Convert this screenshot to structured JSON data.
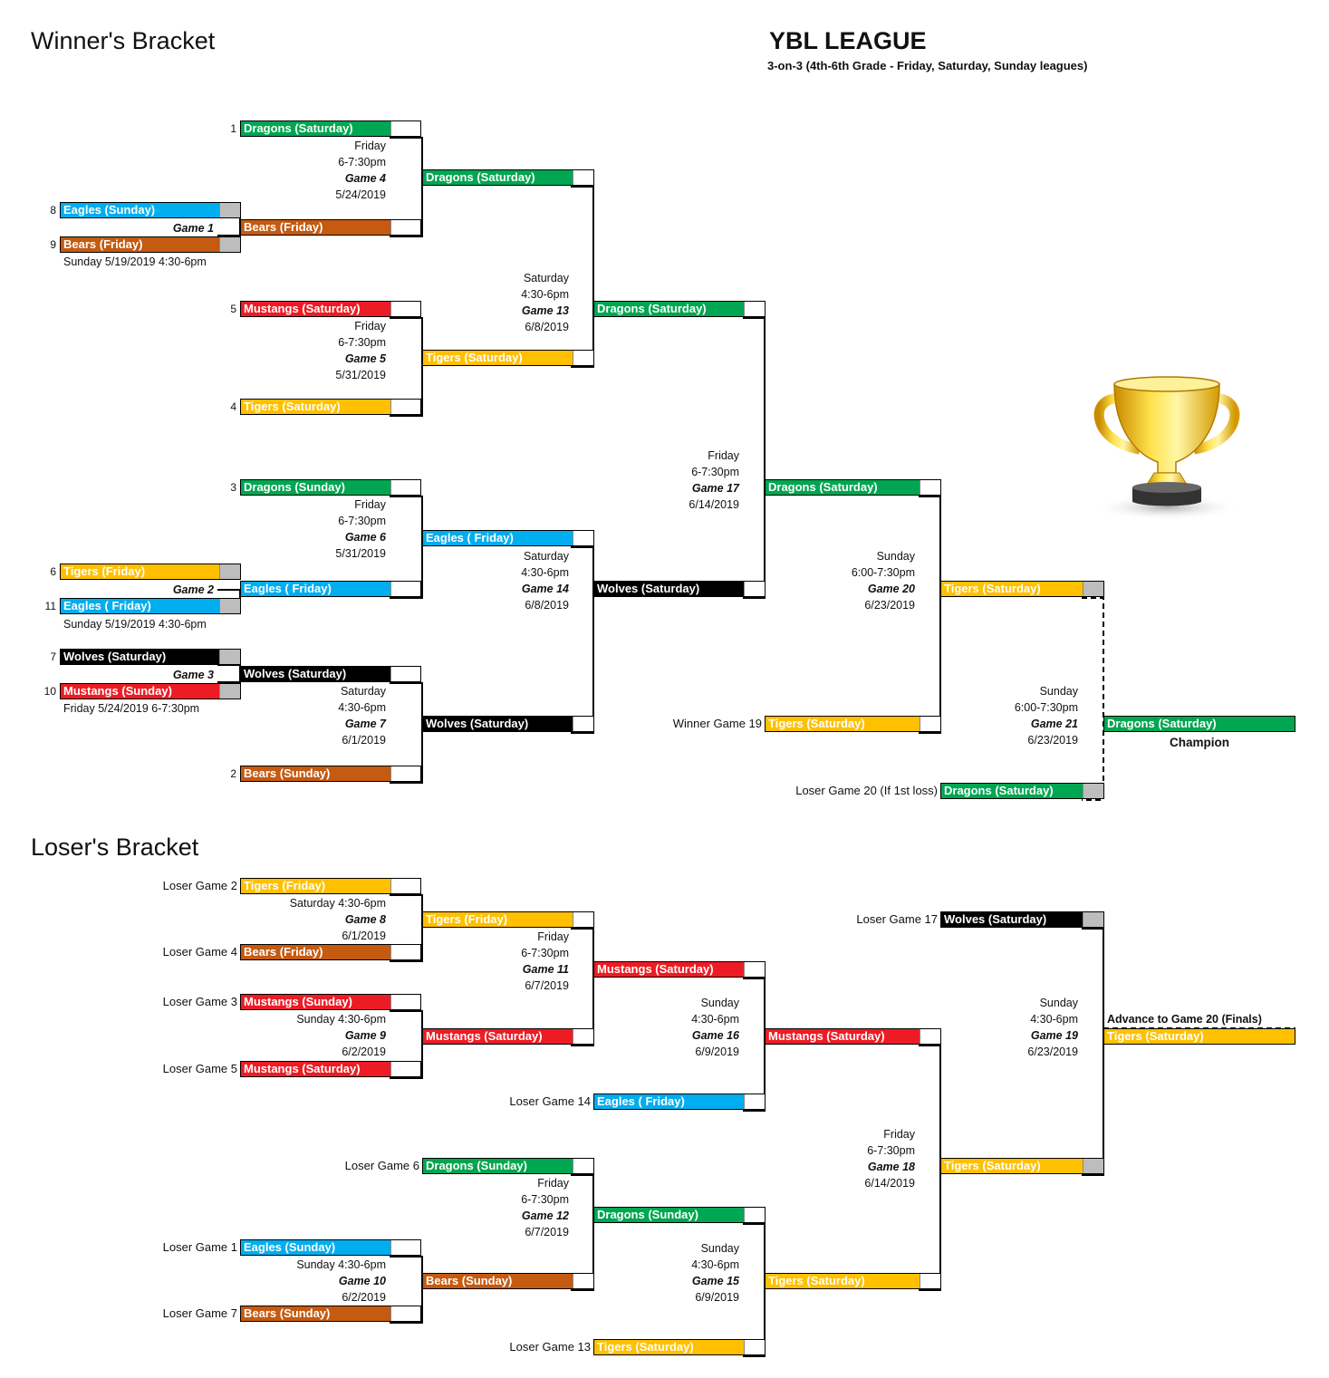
{
  "headings": {
    "winners": "Winner's Bracket",
    "losers": "Loser's Bracket",
    "league_title": "YBL LEAGUE",
    "league_subtitle": "3-on-3 (4th-6th Grade - Friday, Saturday, Sunday leagues)"
  },
  "champion_label": "Champion",
  "advance_label": "Advance to Game 20 (Finals)",
  "colors": {
    "green": "#00a651",
    "blue": "#00aeef",
    "brown": "#c55a11",
    "red": "#ed1c24",
    "yellow": "#ffc000",
    "black": "#000000"
  },
  "trophy_icon": "trophy-icon",
  "teams": [
    {
      "id": "t1",
      "seed": "1",
      "label": "Dragons (Saturday)",
      "color": "green"
    },
    {
      "id": "t8",
      "seed": "8",
      "label": "Eagles (Sunday)",
      "color": "blue"
    },
    {
      "id": "t9",
      "seed": "9",
      "label": "Bears (Friday)",
      "color": "brown"
    },
    {
      "id": "g4b",
      "label": "Bears (Friday)",
      "color": "brown"
    },
    {
      "id": "w4",
      "label": "Dragons (Saturday)",
      "color": "green"
    },
    {
      "id": "t5",
      "seed": "5",
      "label": "Mustangs (Saturday)",
      "color": "red"
    },
    {
      "id": "t4",
      "seed": "4",
      "label": "Tigers (Saturday)",
      "color": "yellow"
    },
    {
      "id": "w5",
      "label": "Tigers (Saturday)",
      "color": "yellow"
    },
    {
      "id": "w13",
      "label": "Dragons (Saturday)",
      "color": "green"
    },
    {
      "id": "t3",
      "seed": "3",
      "label": "Dragons (Sunday)",
      "color": "green"
    },
    {
      "id": "t6",
      "seed": "6",
      "label": "Tigers (Friday)",
      "color": "yellow"
    },
    {
      "id": "t11",
      "seed": "11",
      "label": "Eagles ( Friday)",
      "color": "blue"
    },
    {
      "id": "g6b",
      "label": "Eagles ( Friday)",
      "color": "blue"
    },
    {
      "id": "w6",
      "label": "Eagles ( Friday)",
      "color": "blue"
    },
    {
      "id": "t7",
      "seed": "7",
      "label": "Wolves (Saturday)",
      "color": "black"
    },
    {
      "id": "t10",
      "seed": "10",
      "label": "Mustangs (Sunday)",
      "color": "red"
    },
    {
      "id": "g7a",
      "label": "Wolves (Saturday)",
      "color": "black"
    },
    {
      "id": "t2",
      "seed": "2",
      "label": "Bears (Sunday)",
      "color": "brown"
    },
    {
      "id": "w7",
      "label": "Wolves (Saturday)",
      "color": "black"
    },
    {
      "id": "w14",
      "label": "Wolves (Saturday)",
      "color": "black"
    },
    {
      "id": "w17",
      "label": "Dragons (Saturday)",
      "color": "green"
    },
    {
      "id": "wg19",
      "prefix": "Winner Game 19",
      "label": "Tigers (Saturday)",
      "color": "yellow"
    },
    {
      "id": "w20",
      "label": "Tigers (Saturday)",
      "color": "yellow"
    },
    {
      "id": "l20",
      "prefix": "Loser Game 20 (If 1st loss)",
      "label": "Dragons (Saturday)",
      "color": "green"
    },
    {
      "id": "champ",
      "label": "Dragons (Saturday)",
      "color": "green"
    },
    {
      "id": "lg2",
      "prefix": "Loser Game 2",
      "label": "Tigers (Friday)",
      "color": "yellow"
    },
    {
      "id": "lg4",
      "prefix": "Loser Game 4",
      "label": "Bears (Friday)",
      "color": "brown"
    },
    {
      "id": "w8",
      "label": "Tigers (Friday)",
      "color": "yellow"
    },
    {
      "id": "lg3",
      "prefix": "Loser Game 3",
      "label": "Mustangs (Sunday)",
      "color": "red"
    },
    {
      "id": "lg5",
      "prefix": "Loser Game 5",
      "label": "Mustangs (Saturday)",
      "color": "red"
    },
    {
      "id": "w9",
      "label": "Mustangs (Saturday)",
      "color": "red"
    },
    {
      "id": "w11",
      "label": "Mustangs (Saturday)",
      "color": "red"
    },
    {
      "id": "lg14",
      "prefix": "Loser Game 14",
      "label": "Eagles ( Friday)",
      "color": "blue"
    },
    {
      "id": "w16",
      "label": "Mustangs (Saturday)",
      "color": "red"
    },
    {
      "id": "lg6",
      "prefix": "Loser Game 6",
      "label": "Dragons (Sunday)",
      "color": "green"
    },
    {
      "id": "lg1",
      "prefix": "Loser Game 1",
      "label": "Eagles (Sunday)",
      "color": "blue"
    },
    {
      "id": "lg7",
      "prefix": "Loser Game 7",
      "label": "Bears (Sunday)",
      "color": "brown"
    },
    {
      "id": "w10",
      "label": "Bears (Sunday)",
      "color": "brown"
    },
    {
      "id": "w12",
      "label": "Dragons (Sunday)",
      "color": "green"
    },
    {
      "id": "lg13",
      "prefix": "Loser Game 13",
      "label": "Tigers (Saturday)",
      "color": "yellow"
    },
    {
      "id": "w15",
      "label": "Tigers (Saturday)",
      "color": "yellow"
    },
    {
      "id": "lg17",
      "prefix": "Loser Game 17",
      "label": "Wolves (Saturday)",
      "color": "black"
    },
    {
      "id": "w18",
      "label": "Tigers (Saturday)",
      "color": "yellow"
    },
    {
      "id": "w19",
      "label": "Tigers (Saturday)",
      "color": "yellow"
    }
  ],
  "games": [
    {
      "id": "g1",
      "lines": [
        "Game 1"
      ],
      "game_line": 0,
      "under": "Sunday 5/19/2019  4:30-6pm"
    },
    {
      "id": "g2",
      "lines": [
        "Game 2"
      ],
      "game_line": 0,
      "under": "Sunday 5/19/2019  4:30-6pm"
    },
    {
      "id": "g3",
      "lines": [
        "Game 3"
      ],
      "game_line": 0,
      "under": "Friday 5/24/2019 6-7:30pm"
    },
    {
      "id": "g4",
      "lines": [
        "Friday",
        "6-7:30pm",
        "Game 4",
        "5/24/2019"
      ],
      "game_line": 2
    },
    {
      "id": "g5",
      "lines": [
        "Friday",
        "6-7:30pm",
        "Game 5",
        "5/31/2019"
      ],
      "game_line": 2
    },
    {
      "id": "g6",
      "lines": [
        "Friday",
        "6-7:30pm",
        "Game 6",
        "5/31/2019"
      ],
      "game_line": 2
    },
    {
      "id": "g7",
      "lines": [
        "Saturday",
        "4:30-6pm",
        "Game 7",
        "6/1/2019"
      ],
      "game_line": 2
    },
    {
      "id": "g13",
      "lines": [
        "Saturday",
        "4:30-6pm",
        "Game 13",
        "6/8/2019"
      ],
      "game_line": 2
    },
    {
      "id": "g14",
      "lines": [
        "Saturday",
        "4:30-6pm",
        "Game 14",
        "6/8/2019"
      ],
      "game_line": 2
    },
    {
      "id": "g17",
      "lines": [
        "Friday",
        "6-7:30pm",
        "Game 17",
        "6/14/2019"
      ],
      "game_line": 2
    },
    {
      "id": "g20",
      "lines": [
        "Sunday",
        "6:00-7:30pm",
        "Game 20",
        "6/23/2019"
      ],
      "game_line": 2
    },
    {
      "id": "g21",
      "lines": [
        "Sunday",
        "6:00-7:30pm",
        "Game 21",
        "6/23/2019"
      ],
      "game_line": 2
    },
    {
      "id": "g8",
      "lines": [
        "Saturday 4:30-6pm",
        "Game 8",
        "6/1/2019"
      ],
      "game_line": 1
    },
    {
      "id": "g9",
      "lines": [
        "Sunday 4:30-6pm",
        "Game 9",
        "6/2/2019"
      ],
      "game_line": 1
    },
    {
      "id": "g10",
      "lines": [
        "Sunday 4:30-6pm",
        "Game 10",
        "6/2/2019"
      ],
      "game_line": 1
    },
    {
      "id": "g11",
      "lines": [
        "Friday",
        "6-7:30pm",
        "Game 11",
        "6/7/2019"
      ],
      "game_line": 2
    },
    {
      "id": "g12",
      "lines": [
        "Friday",
        "6-7:30pm",
        "Game 12",
        "6/7/2019"
      ],
      "game_line": 2
    },
    {
      "id": "g15",
      "lines": [
        "Sunday",
        "4:30-6pm",
        "Game 15",
        "6/9/2019"
      ],
      "game_line": 2
    },
    {
      "id": "g16",
      "lines": [
        "Sunday",
        "4:30-6pm",
        "Game 16",
        "6/9/2019"
      ],
      "game_line": 2
    },
    {
      "id": "g18",
      "lines": [
        "Friday",
        "6-7:30pm",
        "Game 18",
        "6/14/2019"
      ],
      "game_line": 2
    },
    {
      "id": "g19",
      "lines": [
        "Sunday",
        "4:30-6pm",
        "Game 19",
        "6/23/2019"
      ],
      "game_line": 2
    }
  ]
}
